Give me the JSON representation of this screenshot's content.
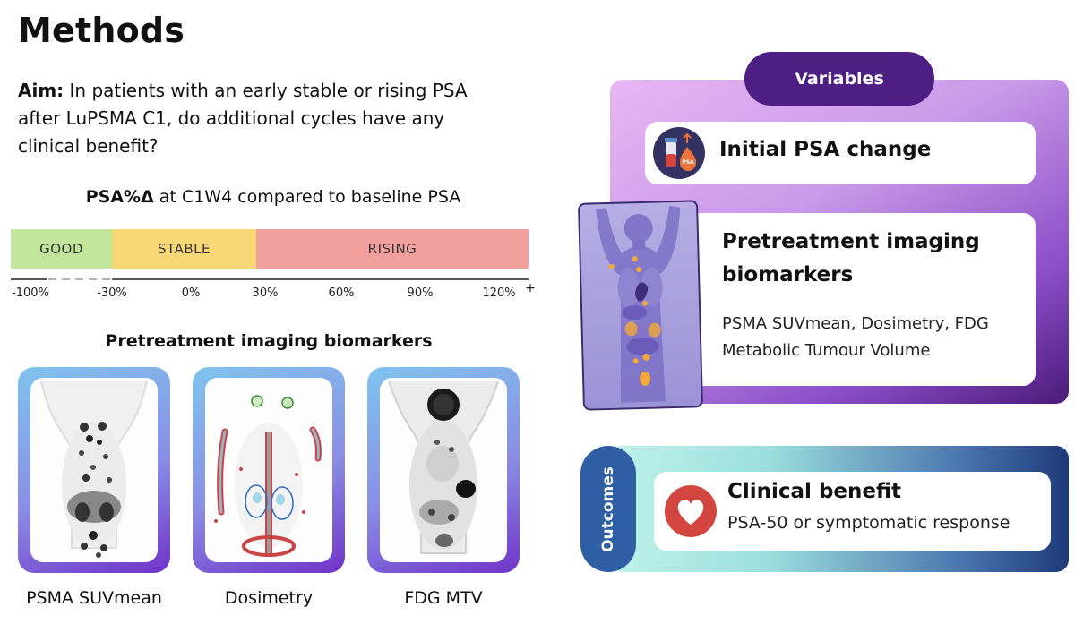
{
  "page": {
    "title": "Methods",
    "aim_label": "Aim:",
    "aim_text": " In patients with an early stable or rising PSA after LuPSMA C1, do additional cycles have any clinical benefit?"
  },
  "psa_scale": {
    "title_bold": "PSA%Δ",
    "title_rest": " at C1W4 compared to baseline PSA",
    "segments": [
      {
        "label": "GOOD",
        "color": "#c1e59a"
      },
      {
        "label": "STABLE",
        "color": "#f8d876"
      },
      {
        "label": "RISING",
        "color": "#f2a09d"
      }
    ],
    "ticks": [
      "-100%",
      "-30%",
      "0%",
      "30%",
      "60%",
      "90%",
      "120%",
      "+"
    ]
  },
  "biomarkers": {
    "title": "Pretreatment imaging biomarkers",
    "scans": [
      {
        "label": "PSMA SUVmean"
      },
      {
        "label": "Dosimetry"
      },
      {
        "label": "FDG MTV"
      }
    ]
  },
  "variables": {
    "pill_label": "Variables",
    "psa_change": "Initial PSA change",
    "psa_icon_text": "PSA",
    "imaging_title": "Pretreatment imaging biomarkers",
    "imaging_desc": "PSMA SUVmean, Dosimetry, FDG Metabolic Tumour Volume"
  },
  "outcomes": {
    "pill_label": "Outcomes",
    "title": "Clinical benefit",
    "desc": "PSA-50 or symptomatic response"
  },
  "colors": {
    "variables_pill": "#4d1e84",
    "outcomes_pill": "#2e5fa5",
    "heart": "#d2463f"
  }
}
